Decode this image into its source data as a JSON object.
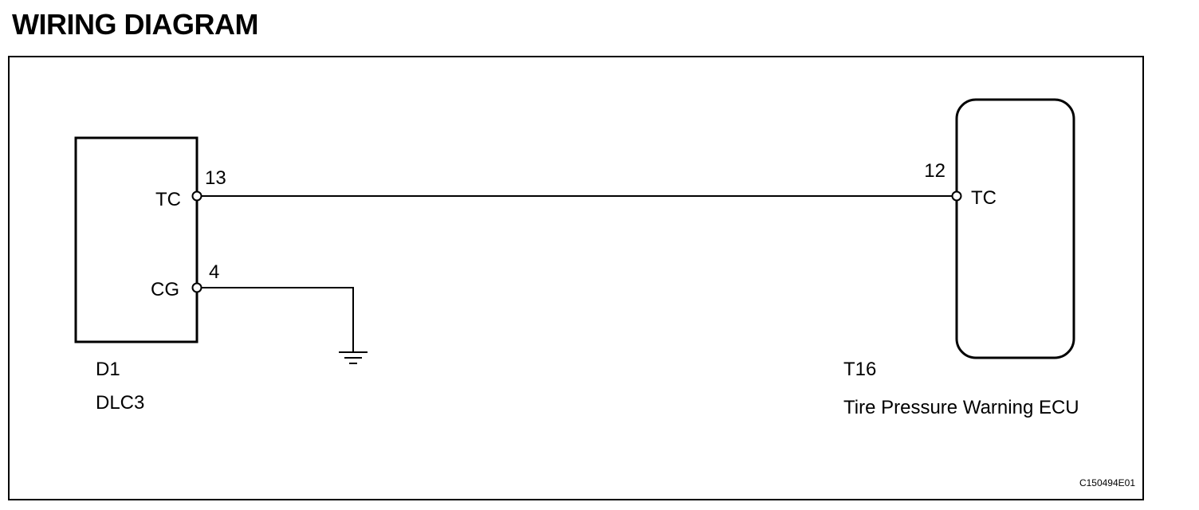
{
  "heading": "WIRING DIAGRAM",
  "left_component": {
    "code": "D1",
    "name": "DLC3",
    "pins": [
      {
        "name": "TC",
        "number": "13"
      },
      {
        "name": "CG",
        "number": "4"
      }
    ]
  },
  "right_component": {
    "code": "T16",
    "name": "Tire Pressure Warning ECU",
    "pins": [
      {
        "name": "TC",
        "number": "12"
      }
    ]
  },
  "figure_id": "C150494E01",
  "colors": {
    "line": "#000000",
    "background": "#ffffff"
  }
}
